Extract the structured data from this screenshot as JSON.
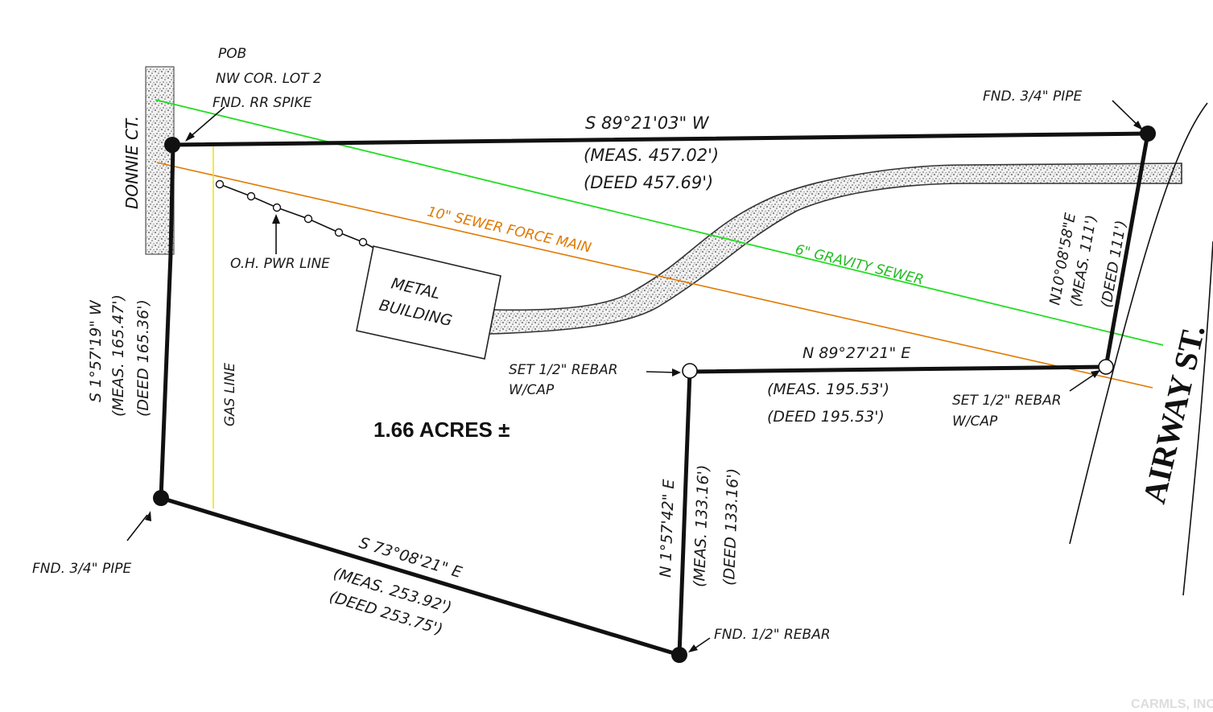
{
  "streets": {
    "west": "DONNIE CT.",
    "east": "AIRWAY ST."
  },
  "area": "1.66 ACRES ±",
  "structure": {
    "line1": "METAL",
    "line2": "BUILDING"
  },
  "utilities": {
    "gas": "GAS LINE",
    "power": "O.H. PWR LINE",
    "force_main": "10\" SEWER FORCE MAIN",
    "gravity": "6\" GRAVITY SEWER"
  },
  "corners": {
    "pob": {
      "line1": "POB",
      "line2": "NW COR. LOT 2",
      "line3": "FND. RR SPIKE"
    },
    "ne": "FND. 3/4\" PIPE",
    "sw": "FND. 3/4\" PIPE",
    "s": "FND. 1/2\" REBAR",
    "inner_w": {
      "line1": "SET 1/2\" REBAR",
      "line2": "W/CAP"
    },
    "inner_e": {
      "line1": "SET 1/2\" REBAR",
      "line2": "W/CAP"
    }
  },
  "calls": {
    "north": {
      "bearing": "S 89°21'03\" W",
      "meas": "(MEAS. 457.02')",
      "deed": "(DEED 457.69')"
    },
    "west": {
      "bearing": "S 1°57'19\" W",
      "meas": "(MEAS. 165.47')",
      "deed": "(DEED 165.36')"
    },
    "south": {
      "bearing": "S 73°08'21\" E",
      "meas": "(MEAS. 253.92')",
      "deed": "(DEED 253.75')"
    },
    "inner_vertical": {
      "bearing": "N 1°57'42\" E",
      "meas": "(MEAS. 133.16')",
      "deed": "(DEED 133.16')"
    },
    "inner_horizontal": {
      "bearing": "N 89°27'21\" E",
      "meas": "(MEAS. 195.53')",
      "deed": "(DEED 195.53')"
    },
    "east": {
      "bearing": "N10°08'58\"E",
      "meas": "(MEAS. 111')",
      "deed": "(DEED 111')"
    }
  },
  "watermark": "CARMLS, INC",
  "colors": {
    "boundary": "#111111",
    "gravity_sewer": "#22dd22",
    "force_main": "#e07800",
    "gas_line": "#f0e000"
  }
}
